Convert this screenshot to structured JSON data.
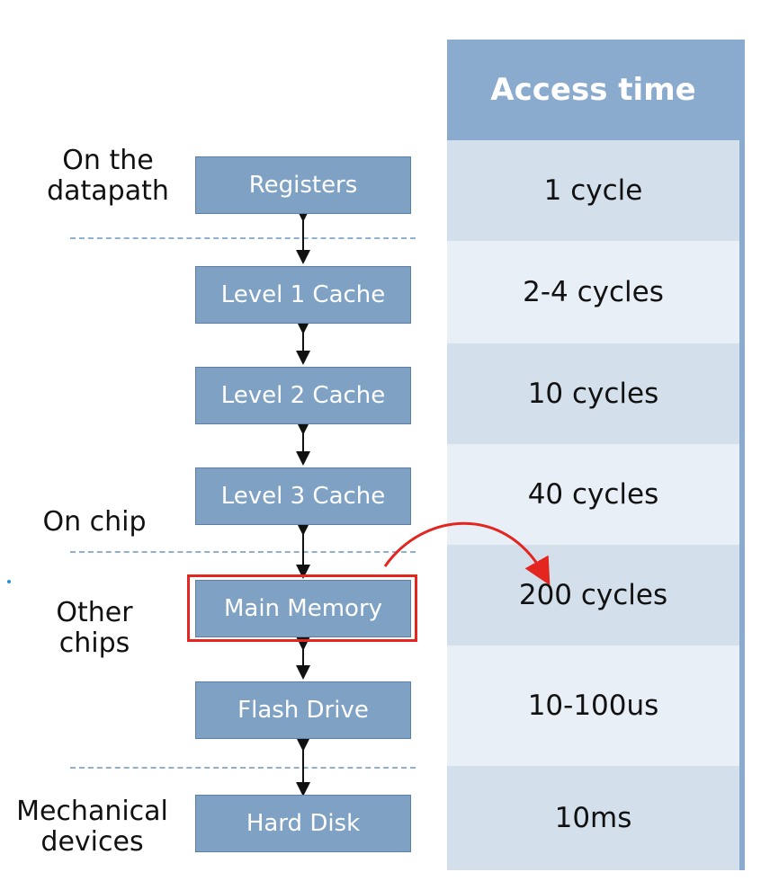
{
  "table": {
    "header": "Access time",
    "rows": [
      "1 cycle",
      "2-4 cycles",
      "10 cycles",
      "40 cycles",
      "200 cycles",
      "10-100us",
      "10ms"
    ]
  },
  "hierarchy": {
    "levels": [
      "Registers",
      "Level 1 Cache",
      "Level 2 Cache",
      "Level 3 Cache",
      "Main Memory",
      "Flash Drive",
      "Hard Disk"
    ],
    "highlighted": "Main Memory"
  },
  "regions": {
    "datapath": [
      "On the",
      "datapath"
    ],
    "on_chip": "On chip",
    "other_chips": [
      "Other",
      "chips"
    ],
    "mechanical": [
      "Mechanical",
      "devices"
    ]
  },
  "colors": {
    "box_fill": "#7fa2c4",
    "header_fill": "#8aabcd",
    "row_dark": "#d3dfeb",
    "row_light": "#e9eff6",
    "highlight": "#e3261f",
    "divider": "#8fb0cf"
  }
}
